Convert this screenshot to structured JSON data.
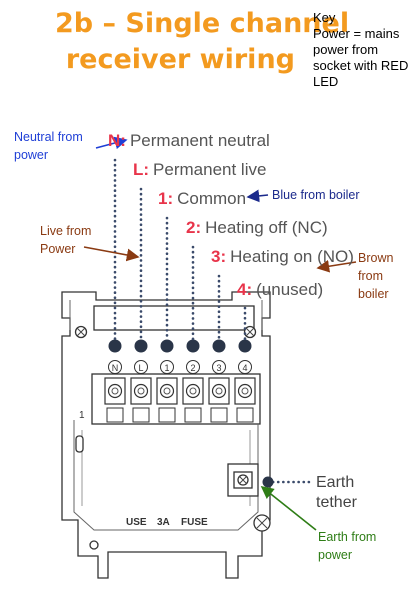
{
  "title": {
    "line1": "2b – Single channel",
    "line2": "receiver wiring"
  },
  "key": {
    "heading": "Key",
    "text": "Power = mains power from socket with RED LED"
  },
  "terminals": [
    {
      "code": "N:",
      "label": "Permanent neutral"
    },
    {
      "code": "L:",
      "label": "Permanent live"
    },
    {
      "code": "1:",
      "label": "Common"
    },
    {
      "code": "2:",
      "label": "Heating off (NC)"
    },
    {
      "code": "3:",
      "label": "Heating on (NO)"
    },
    {
      "code": "4:",
      "label": "(unused)"
    }
  ],
  "terminal_marks": [
    "N",
    "L",
    "1",
    "2",
    "3",
    "4"
  ],
  "annotations": {
    "neutral": "Neutral from power",
    "live": "Live from Power",
    "blue": "Blue from boiler",
    "brown": "Brown from boiler",
    "earth_power": "Earth from power",
    "earth_tether": "Earth tether"
  },
  "plate_text": {
    "use": "USE",
    "amps": "3A",
    "fuse": "FUSE",
    "slot": "1"
  },
  "colors": {
    "title": "#f39a1f",
    "terminal_code": "#e8344a",
    "neutral_arrow": "#1f3fd6",
    "live_arrow": "#8a3a12",
    "blue_text": "#1b2a8c",
    "brown_text": "#8a3a12",
    "earth_text": "#2e7d16"
  }
}
